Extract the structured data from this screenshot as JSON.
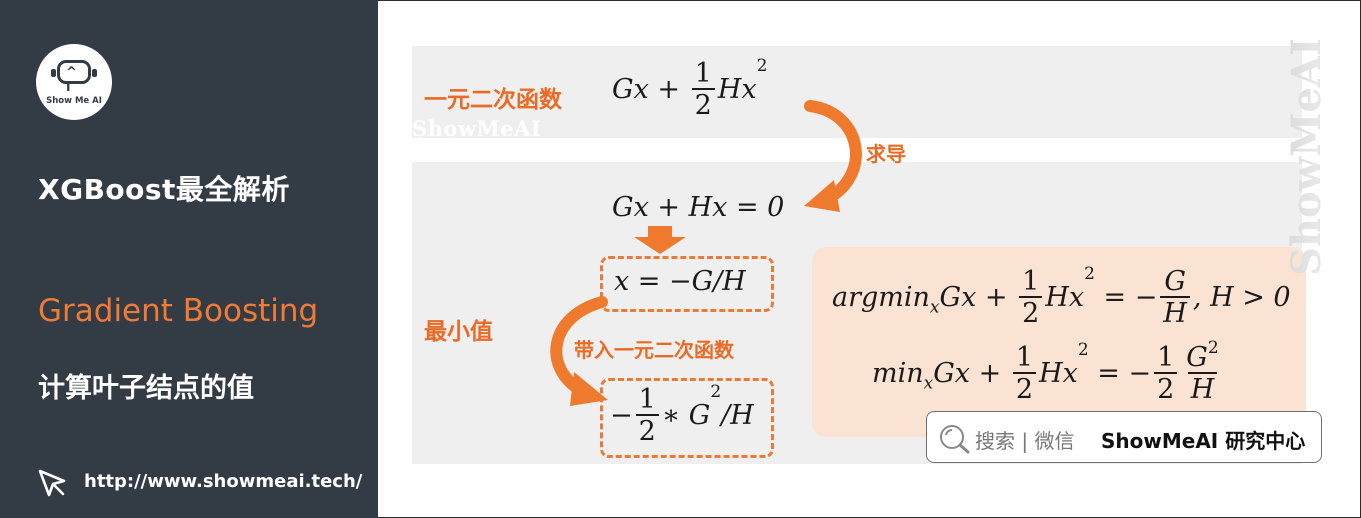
{
  "sidebar": {
    "logo_text": "Show Me AI",
    "title": "XGBoost最全解析",
    "subtitle": "Gradient Boosting",
    "section": "计算叶子结点的值",
    "link": "http://www.showmeai.tech/"
  },
  "diagram": {
    "label_quadratic": "一元二次函数",
    "label_derivative": "求导",
    "label_min": "最小值",
    "label_substitute": "带入一元二次函数",
    "eq_quadratic": {
      "lhs": "Gx +",
      "frac_num": "1",
      "frac_den": "2",
      "rhs": "Hx",
      "exp": "2"
    },
    "eq_derivative": "Gx + Hx = 0",
    "eq_solution": "x = −G/H",
    "eq_minvalue": {
      "minus": "−",
      "frac_num": "1",
      "frac_den": "2",
      "rest": "∗ G",
      "exp": "2",
      "tail": "/H"
    },
    "result_line1": {
      "pre": "argmin",
      "sub": "x",
      "mid": "Gx +",
      "frac_num": "1",
      "frac_den": "2",
      "hx": "Hx",
      "exp": "2",
      "eq": "= −",
      "frac2_num": "G",
      "frac2_den": "H",
      "tail": ", H > 0"
    },
    "result_line2": {
      "pre": "min",
      "sub": "x",
      "mid": "Gx +",
      "frac_num": "1",
      "frac_den": "2",
      "hx": "Hx",
      "exp": "2",
      "eq": "= −",
      "frac2_num": "1",
      "frac2_den": "2",
      "frac3_num": "G",
      "frac3_exp": "2",
      "frac3_den": "H"
    },
    "watermark_h": "ShowMeAI",
    "watermark_v": "ShowMeAI"
  },
  "searchbar": {
    "hint": "搜索 | 微信",
    "brand": "ShowMeAI 研究中心"
  },
  "colors": {
    "accent": "#ea6b25",
    "sidebar_bg": "#333b45",
    "panel_bg": "#efefef",
    "result_bg": "#fbe3d4"
  }
}
